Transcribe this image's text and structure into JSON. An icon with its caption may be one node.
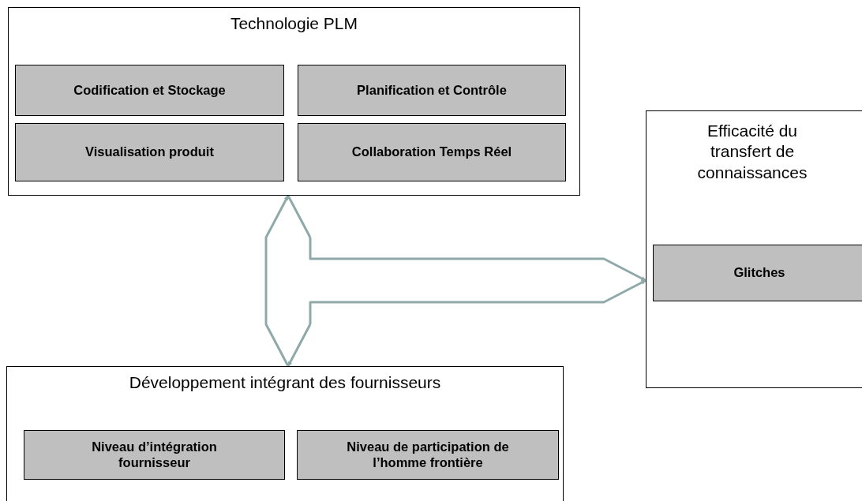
{
  "diagram": {
    "nodes": [
      {
        "text": [
          "Technologie PLM"
        ]
      },
      {
        "text": [
          "Codification et Stockage"
        ],
        "in": 0
      },
      {
        "text": [
          "Planification et Contrôle"
        ],
        "in": 0
      },
      {
        "text": [
          "Visualisation produit"
        ],
        "in": 0
      },
      {
        "text": [
          "Collaboration Temps Réel"
        ],
        "in": 0
      },
      {
        "text": [
          "Efficacité du transfert de connaissances"
        ]
      },
      {
        "text": [
          "Glitches"
        ],
        "in": 5
      },
      {
        "text": [
          "Développement intégrant des fournisseurs"
        ]
      },
      {
        "text": [
          "Niveau d’intégration fournisseur"
        ],
        "in": 7
      },
      {
        "text": [
          "Niveau de participation de l’homme frontière"
        ],
        "in": 7
      }
    ],
    "edges": [
      {
        "from": 0,
        "to": 7,
        "arrow": "both"
      },
      {
        "from": 0,
        "to": 5,
        "arrow": "to"
      },
      {
        "from": 7,
        "to": 5,
        "arrow": "to"
      }
    ]
  }
}
